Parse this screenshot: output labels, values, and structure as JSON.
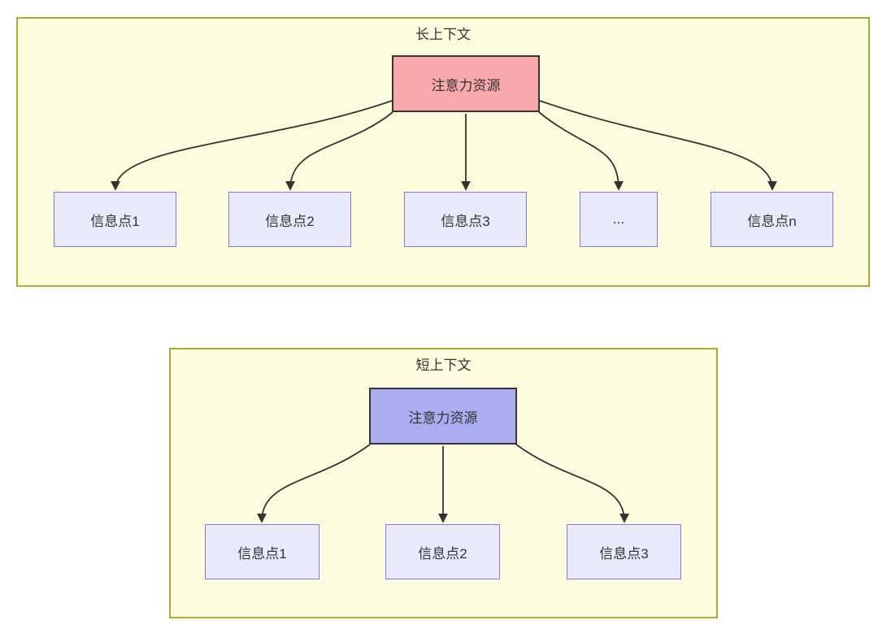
{
  "diagram": {
    "type": "flowchart",
    "sections": {
      "long": {
        "title": "长上下文",
        "parent": {
          "label": "注意力资源",
          "fill": "#F9A8AB",
          "border": "#333333"
        },
        "children": [
          {
            "label": "信息点1"
          },
          {
            "label": "信息点2"
          },
          {
            "label": "信息点3"
          },
          {
            "label": "..."
          },
          {
            "label": "信息点n"
          }
        ]
      },
      "short": {
        "title": "短上下文",
        "parent": {
          "label": "注意力资源",
          "fill": "#ACACF0",
          "border": "#333333"
        },
        "children": [
          {
            "label": "信息点1"
          },
          {
            "label": "信息点2"
          },
          {
            "label": "信息点3"
          }
        ]
      }
    },
    "colors": {
      "cluster_fill": "#FCFCDE",
      "cluster_border": "#AAAA33",
      "node_fill": "#E9E9FC",
      "node_border": "#9370DB",
      "edge": "#333333",
      "text": "#333333"
    }
  }
}
